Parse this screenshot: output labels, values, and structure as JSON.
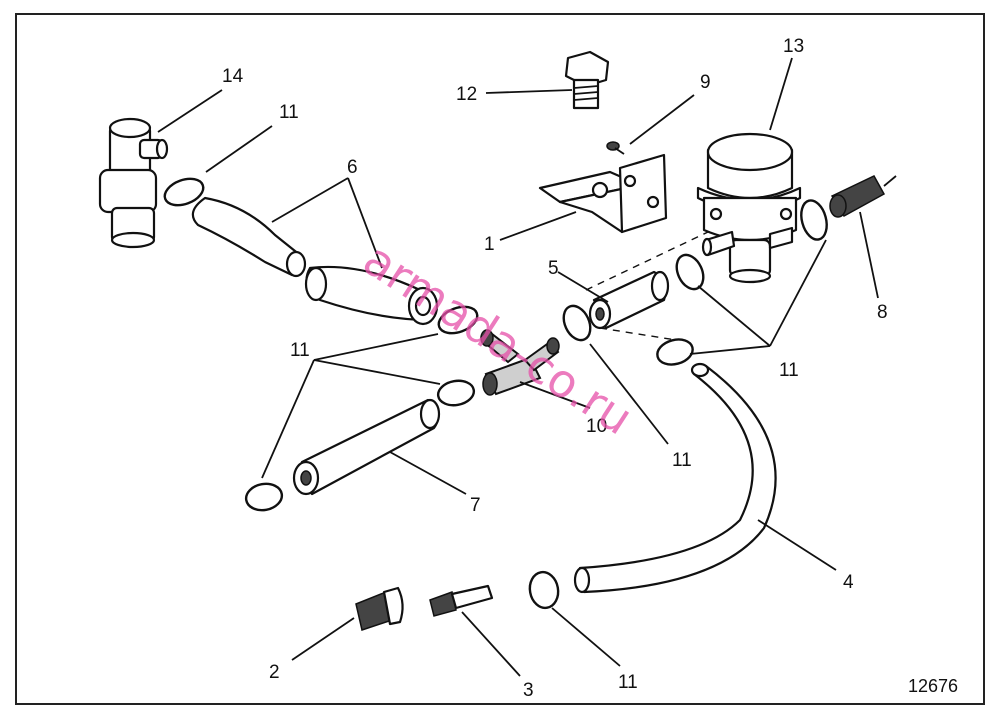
{
  "figure_number": "12676",
  "watermark": "armada-co.ru",
  "callouts": {
    "c1": "1",
    "c2": "2",
    "c3": "3",
    "c4": "4",
    "c5": "5",
    "c6": "6",
    "c7": "7",
    "c8": "8",
    "c9": "9",
    "c10": "10",
    "c11a": "11",
    "c11b": "11",
    "c11c": "11",
    "c11d": "11",
    "c11e": "11",
    "c12": "12",
    "c13": "13",
    "c14": "14"
  }
}
